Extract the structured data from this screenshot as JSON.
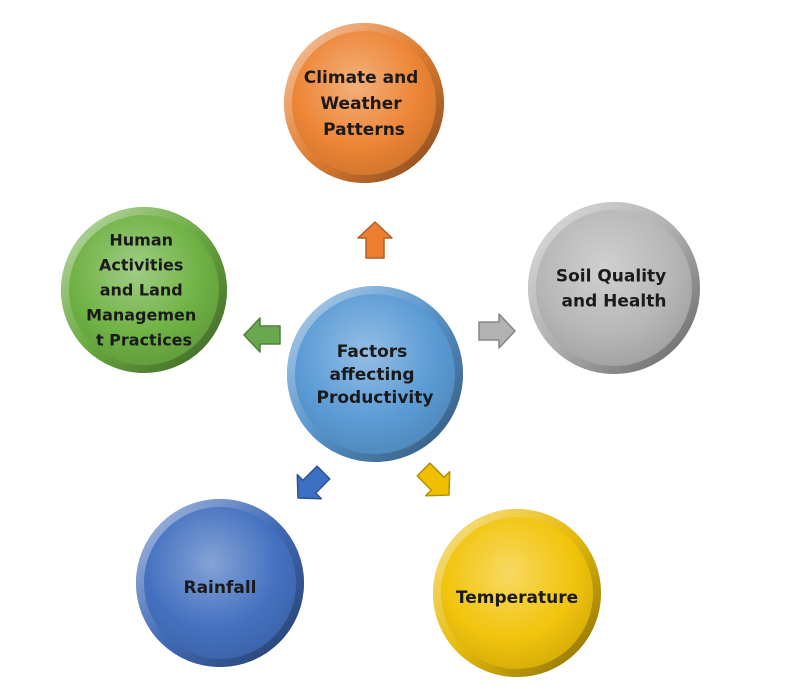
{
  "center": {
    "label_lines": [
      "Factors",
      "affecting",
      "Productivity"
    ],
    "color": "#5b9bd5"
  },
  "factors": [
    {
      "id": "climate",
      "label_lines": [
        "Climate and",
        "Weather",
        "Patterns"
      ],
      "color": "#ed8535",
      "arrow_color": "#ed7d31"
    },
    {
      "id": "soil",
      "label_lines": [
        "Soil Quality",
        "and Health"
      ],
      "color": "#b7b7b7",
      "arrow_color": "#b2b2b2"
    },
    {
      "id": "temperature",
      "label_lines": [
        "Temperature"
      ],
      "color": "#f2c40c",
      "arrow_color": "#f0c000"
    },
    {
      "id": "rainfall",
      "label_lines": [
        "Rainfall"
      ],
      "color": "#4471c0",
      "arrow_color": "#3d6fc4"
    },
    {
      "id": "human",
      "label_lines": [
        "Human",
        "Activities",
        "and Land",
        "Managemen",
        "t Practices"
      ],
      "color": "#6fb244",
      "arrow_color": "#6aa84f"
    }
  ]
}
